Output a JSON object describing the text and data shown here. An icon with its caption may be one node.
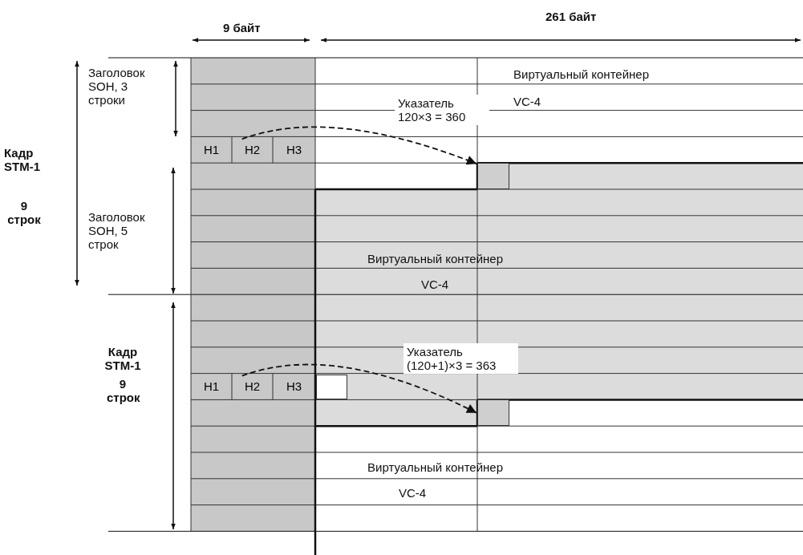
{
  "diagram": {
    "nodes": [
      {
        "text": [
          "H1"
        ]
      },
      {
        "text": [
          "H2"
        ]
      },
      {
        "text": [
          "H3"
        ]
      },
      {
        "text": [],
        "shape": "box"
      },
      {
        "text": [
          "H1"
        ]
      },
      {
        "text": [
          "H2"
        ]
      },
      {
        "text": [
          "H3"
        ]
      },
      {
        "text": [],
        "shape": "box"
      },
      {
        "text": [],
        "shape": "box"
      }
    ],
    "edges": [
      {
        "from": 1,
        "to": 3,
        "arrow": "to",
        "style": "dashed"
      },
      {
        "from": 5,
        "to": 8,
        "arrow": "to",
        "style": "dashed"
      }
    ],
    "labels": [
      "9 байт",
      "261 байт",
      "Заголовок SOH, 3 строки",
      "Виртуальный контейнер",
      "Указатель 120×3 = 360",
      "VC-4",
      "Кадр STM-1",
      "9 строк",
      "Заголовок SOH, 5 строк",
      "Виртуальный контейнер",
      "VC-4",
      "Кадр STM-1",
      "9 строк",
      "Указатель (120+1)×3 = 363",
      "Виртуальный контейнер",
      "VC-4"
    ]
  }
}
